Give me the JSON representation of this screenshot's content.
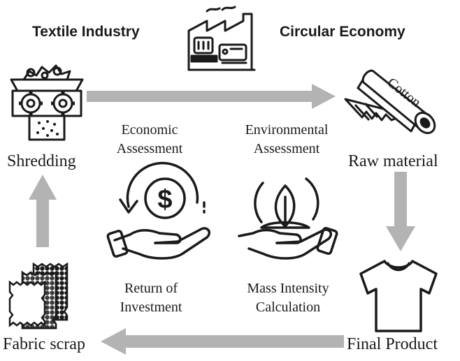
{
  "header": {
    "left_title": "Textile Industry",
    "right_title": "Circular Economy"
  },
  "cycle": {
    "shredding": "Shredding",
    "raw_material": "Raw material",
    "final_product": "Final Product",
    "fabric_scrap": "Fabric scrap",
    "cotton_roll_text": "Cotton"
  },
  "center": {
    "economic_assessment": [
      "Economic",
      "Assessment"
    ],
    "environmental_assessment": [
      "Environmental",
      "Assessment"
    ],
    "return_of_investment": [
      "Return of",
      "Investment"
    ],
    "mass_intensity": [
      "Mass Intensity",
      "Calculation"
    ],
    "dollar_symbol": "$"
  },
  "colors": {
    "arrow": "#b3b3b3",
    "ink": "#1a1a1a",
    "background": "#ffffff"
  },
  "icons": [
    "factory-icon",
    "shredder-icon",
    "cotton-roll-icon",
    "tshirt-icon",
    "fabric-scrap-icon",
    "money-hand-icon",
    "plant-hand-icon"
  ]
}
